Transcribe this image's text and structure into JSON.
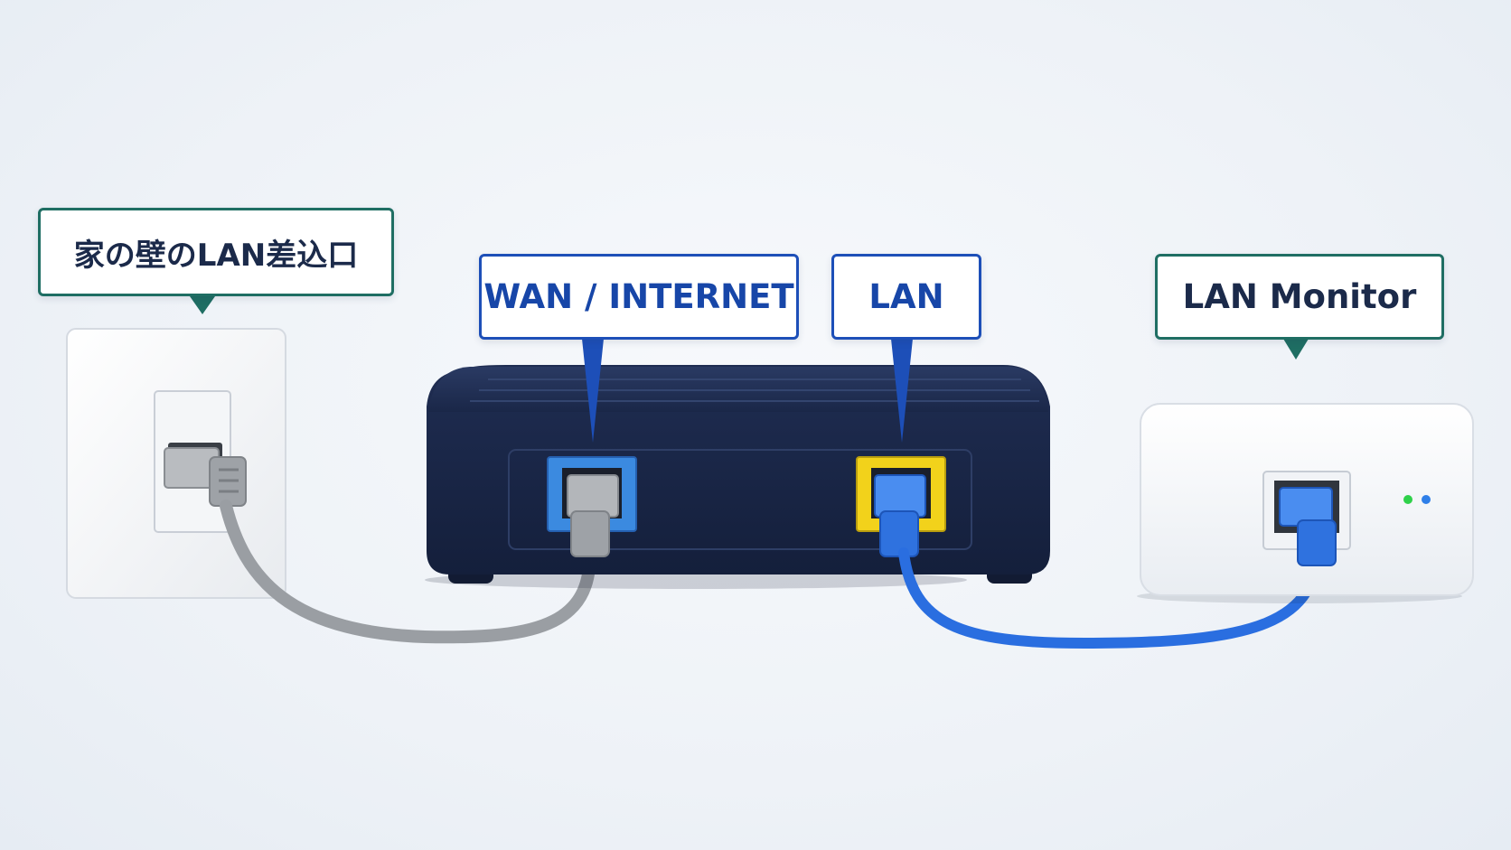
{
  "labels": {
    "wall_jack": "家の壁のLAN差込口",
    "wan_port": "WAN / INTERNET",
    "lan_port": "LAN",
    "monitor": "LAN Monitor"
  },
  "colors": {
    "green_border": "#1f6e63",
    "blue_border": "#1d4fb8",
    "router_body": "#1c2a4e",
    "wan_port": "#3b8ae0",
    "lan_port": "#f2d21b",
    "gray_cable": "#9a9ea3",
    "blue_cable": "#2a6ee0",
    "led_green": "#2fd14a",
    "led_blue": "#2f7fe8"
  },
  "icons": [
    "wall-jack-icon",
    "router-icon",
    "lan-monitor-icon",
    "ethernet-cable-icon"
  ]
}
